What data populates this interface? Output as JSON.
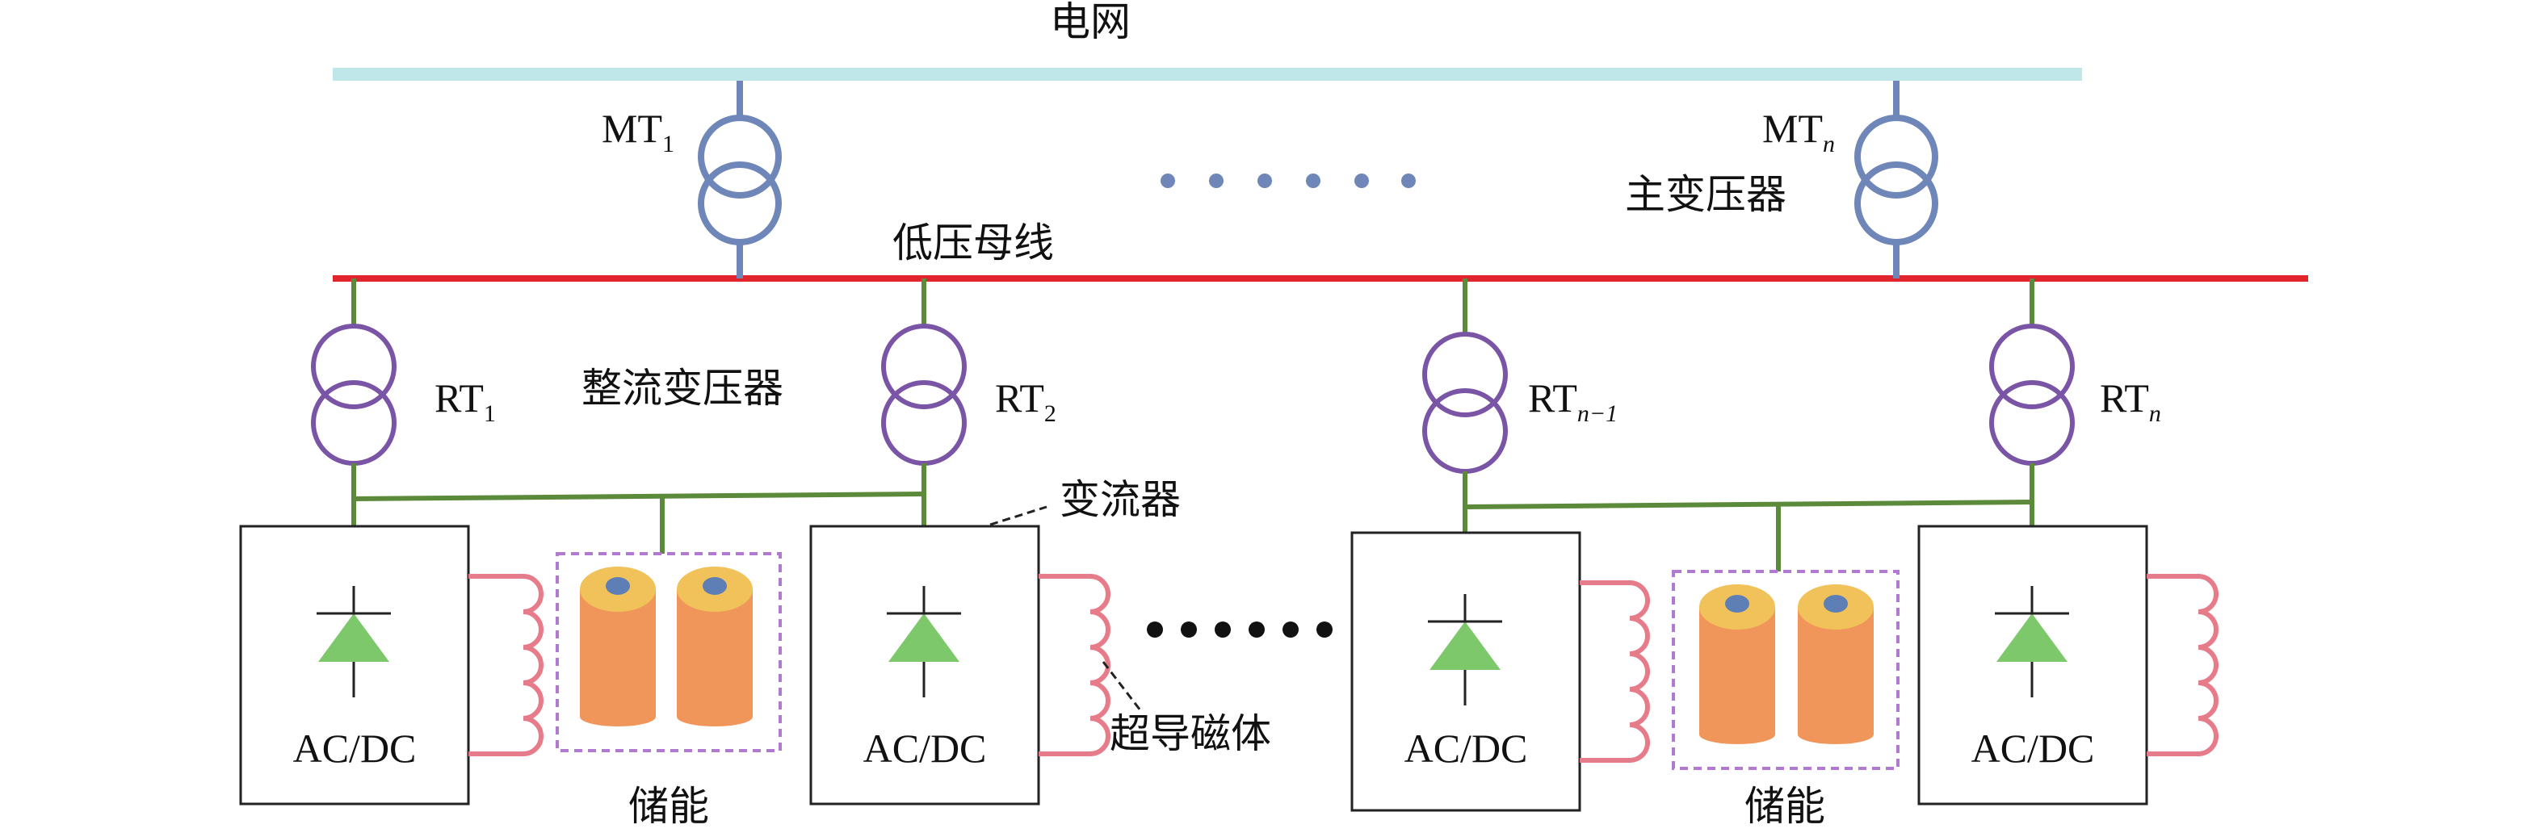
{
  "labels": {
    "grid": "电网",
    "main_transformer": "主变压器",
    "low_voltage_bus": "低压母线",
    "rectifier_transformer": "整流变压器",
    "converter": "变流器",
    "superconducting_magnet": "超导磁体",
    "storage": "储能"
  },
  "main_transformers": [
    {
      "base": "MT",
      "sub": "1"
    },
    {
      "base": "MT",
      "sub": "n"
    }
  ],
  "rectifier_transformers": [
    {
      "base": "RT",
      "sub": "1"
    },
    {
      "base": "RT",
      "sub": "2"
    },
    {
      "base": "RT",
      "sub": "n−1"
    },
    {
      "base": "RT",
      "sub": "n"
    }
  ],
  "converters": [
    "AC/DC",
    "AC/DC",
    "AC/DC",
    "AC/DC"
  ],
  "colors": {
    "grid_bus": "#bfe6e8",
    "low_voltage_bus": "#e0262c",
    "main_transformer": "#6e86b8",
    "rectifier_transformer": "#7a55a6",
    "feeder_line": "#5a8a3a",
    "diode": "#7cc86a",
    "magnet_coil": "#e67b8a",
    "storage_border": "#b07ad0",
    "capacitor_body": "#f0965a",
    "capacitor_top": "#f2c25a",
    "capacitor_terminal": "#5d7fb5",
    "dots": "#6e86b8"
  }
}
